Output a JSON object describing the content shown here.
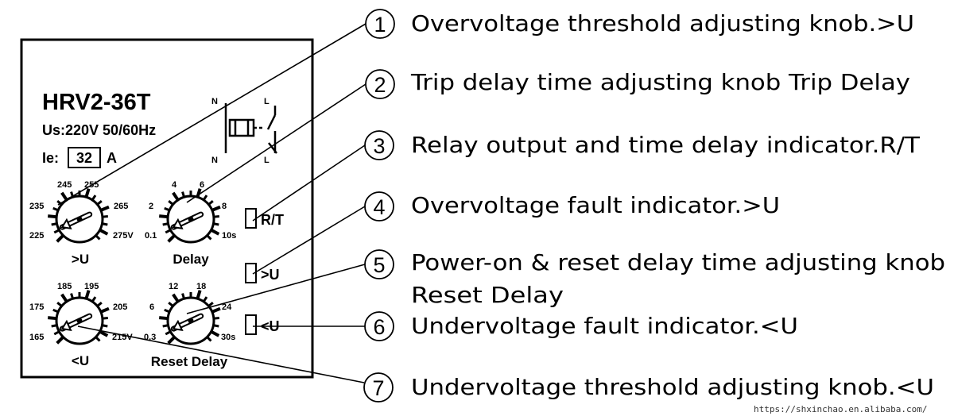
{
  "device": {
    "model": "HRV2-36T",
    "us_line": "Us:220V 50/60Hz",
    "ie_prefix": "Ie:",
    "ie_value": "32",
    "ie_unit": "A",
    "terminals": {
      "top_left": "N",
      "top_right": "L",
      "bottom_left": "N",
      "bottom_right": "L"
    }
  },
  "knobs": {
    "overvoltage": {
      "label": ">U",
      "ticks": [
        "225",
        "235",
        "245",
        "255",
        "265",
        "275V"
      ]
    },
    "delay": {
      "label": "Delay",
      "ticks": [
        "0.1",
        "2",
        "4",
        "6",
        "8",
        "10s"
      ]
    },
    "undervoltage": {
      "label": "<U",
      "ticks": [
        "165",
        "175",
        "185",
        "195",
        "205",
        "215V"
      ]
    },
    "reset_delay": {
      "label": "Reset Delay",
      "ticks": [
        "0.3",
        "6",
        "12",
        "18",
        "24",
        "30s"
      ]
    }
  },
  "indicators": {
    "rt": "R/T",
    "over": ">U",
    "under": "<U"
  },
  "callouts": [
    {
      "number": "1",
      "lines": [
        "Overvoltage threshold adjusting knob.>U"
      ]
    },
    {
      "number": "2",
      "lines": [
        "Trip delay time adjusting knob Trip Delay"
      ]
    },
    {
      "number": "3",
      "lines": [
        "Relay output and time delay indicator.R/T"
      ]
    },
    {
      "number": "4",
      "lines": [
        "Overvoltage fault indicator.>U"
      ]
    },
    {
      "number": "5",
      "lines": [
        "Power-on & reset delay time adjusting knob",
        "Reset Delay"
      ]
    },
    {
      "number": "6",
      "lines": [
        "Undervoltage fault indicator.<U"
      ]
    },
    {
      "number": "7",
      "lines": [
        "Undervoltage threshold adjusting knob.<U"
      ]
    }
  ],
  "watermark": "https://shxinchao.en.alibaba.com/"
}
